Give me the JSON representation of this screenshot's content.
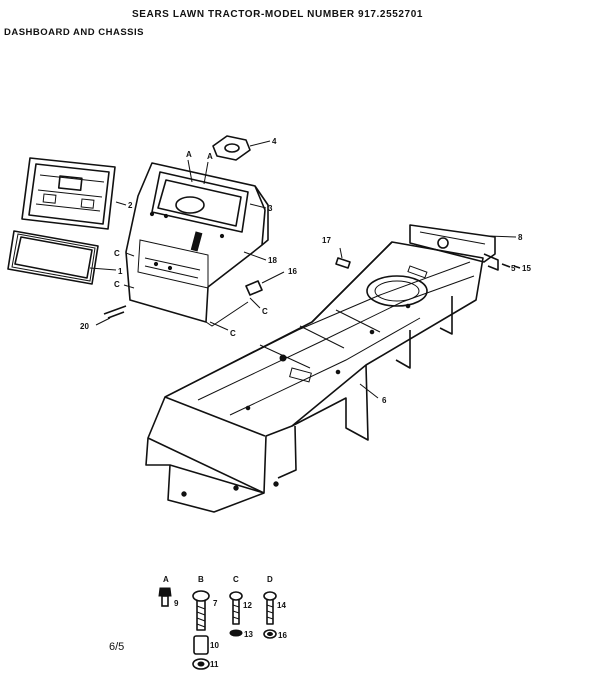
{
  "header": {
    "title": "SEARS LAWN TRACTOR-MODEL NUMBER 917.2552701",
    "subtitle": "DASHBOARD AND CHASSIS"
  },
  "footer": {
    "page": "6/5"
  },
  "callouts": {
    "c1": "1",
    "c2": "2",
    "c3": "3",
    "c4": "4",
    "c5": "5",
    "c6": "6",
    "c7": "7",
    "c8": "8",
    "c9": "9",
    "c10": "10",
    "c11": "11",
    "c12": "12",
    "c13": "13",
    "c14": "14",
    "c15": "15",
    "c16": "16",
    "c17": "17",
    "c18": "18",
    "c20": "20"
  },
  "letters": {
    "a": "A",
    "b": "B",
    "c": "C",
    "d": "D"
  }
}
